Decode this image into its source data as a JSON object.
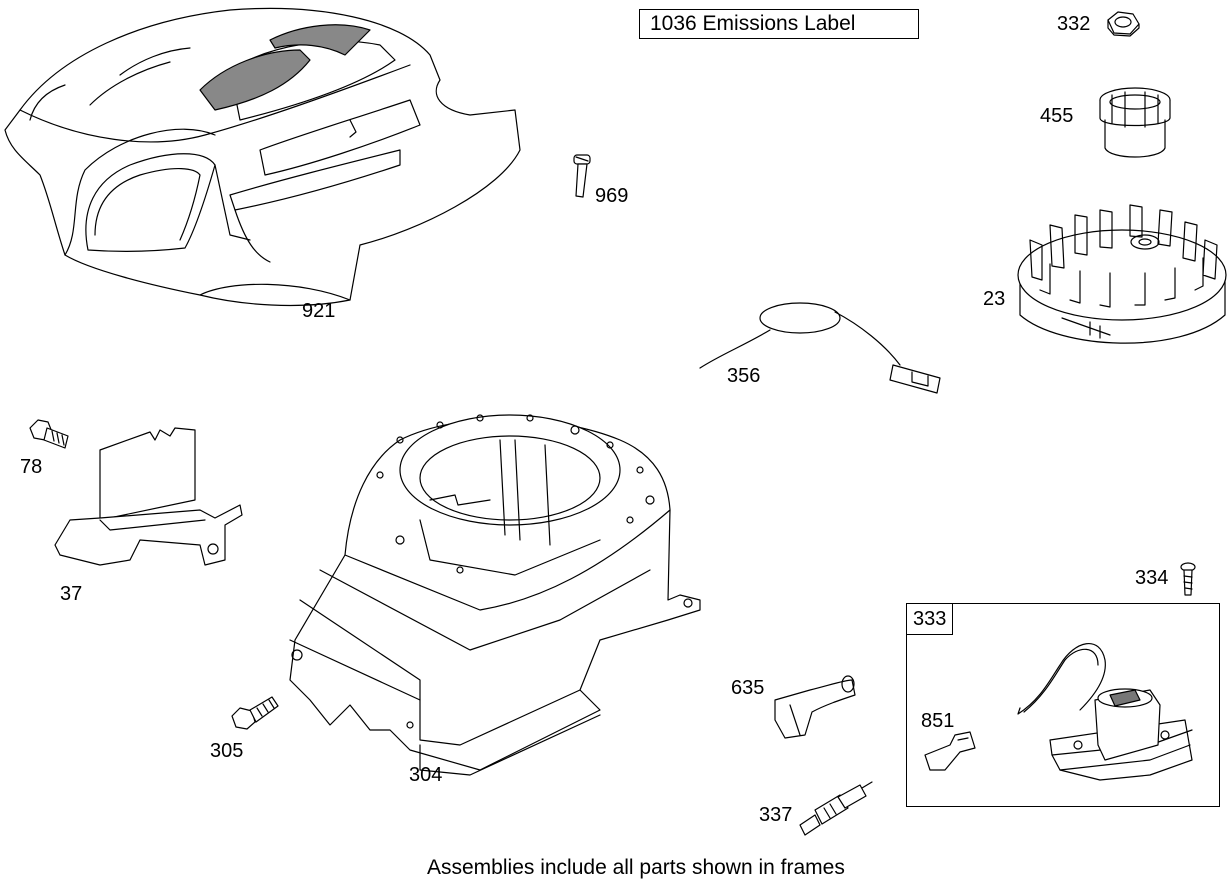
{
  "diagram": {
    "emissions_label": "1036  Emissions Label",
    "frame_label": "333",
    "footer_note": "Assemblies include all parts shown in frames",
    "callouts": {
      "p921": "921",
      "p969": "969",
      "p332": "332",
      "p455": "455",
      "p23": "23",
      "p356": "356",
      "p78": "78",
      "p37": "37",
      "p305": "305",
      "p304": "304",
      "p635": "635",
      "p337": "337",
      "p334": "334",
      "p851": "851"
    }
  }
}
